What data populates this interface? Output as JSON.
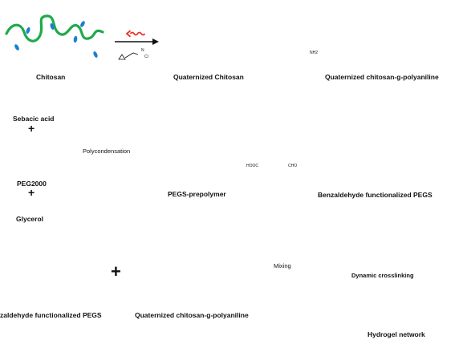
{
  "labels": {
    "chitosan": "Chitosan",
    "quaternized_chitosan": "Quaternized Chitosan",
    "quaternized_chitosan_g_pani": "Quaternized chitosan-g-polyaniline",
    "sebacic_acid": "Sebacic acid",
    "peg2000": "PEG2000",
    "glycerol": "Glycerol",
    "polycondensation": "Polycondensation",
    "pegs_prepolymer": "PEGS-prepolymer",
    "benzaldehyde_pegs": "Benzaldehyde functionalized PEGS",
    "benzaldehyde_pegs_cut": "zaldehyde functionalized PEGS",
    "quaternized_chitosan_g_pani_2": "Quaternized chitosan-g-polyaniline",
    "mixing": "Mixing",
    "dynamic_crosslinking": "Dynamic crosslinking",
    "hydrogel_network": "Hydrogel network"
  },
  "symbols": {
    "plus": "+",
    "plus_large": "+",
    "epoxide_cl": "Cl",
    "n_plus": "N",
    "nh2": "NH2",
    "hooc": "HOOC",
    "cho": "CHO"
  },
  "colors": {
    "chitosan_green": "#1faa4b",
    "peg_red": "#ee6f6f",
    "blue_group": "#1a7fd0",
    "quaternary_red": "#e8322a",
    "aniline_black": "#222222",
    "sebacic_orange": "#f7b24a",
    "glycerol_teal": "#16a085"
  }
}
